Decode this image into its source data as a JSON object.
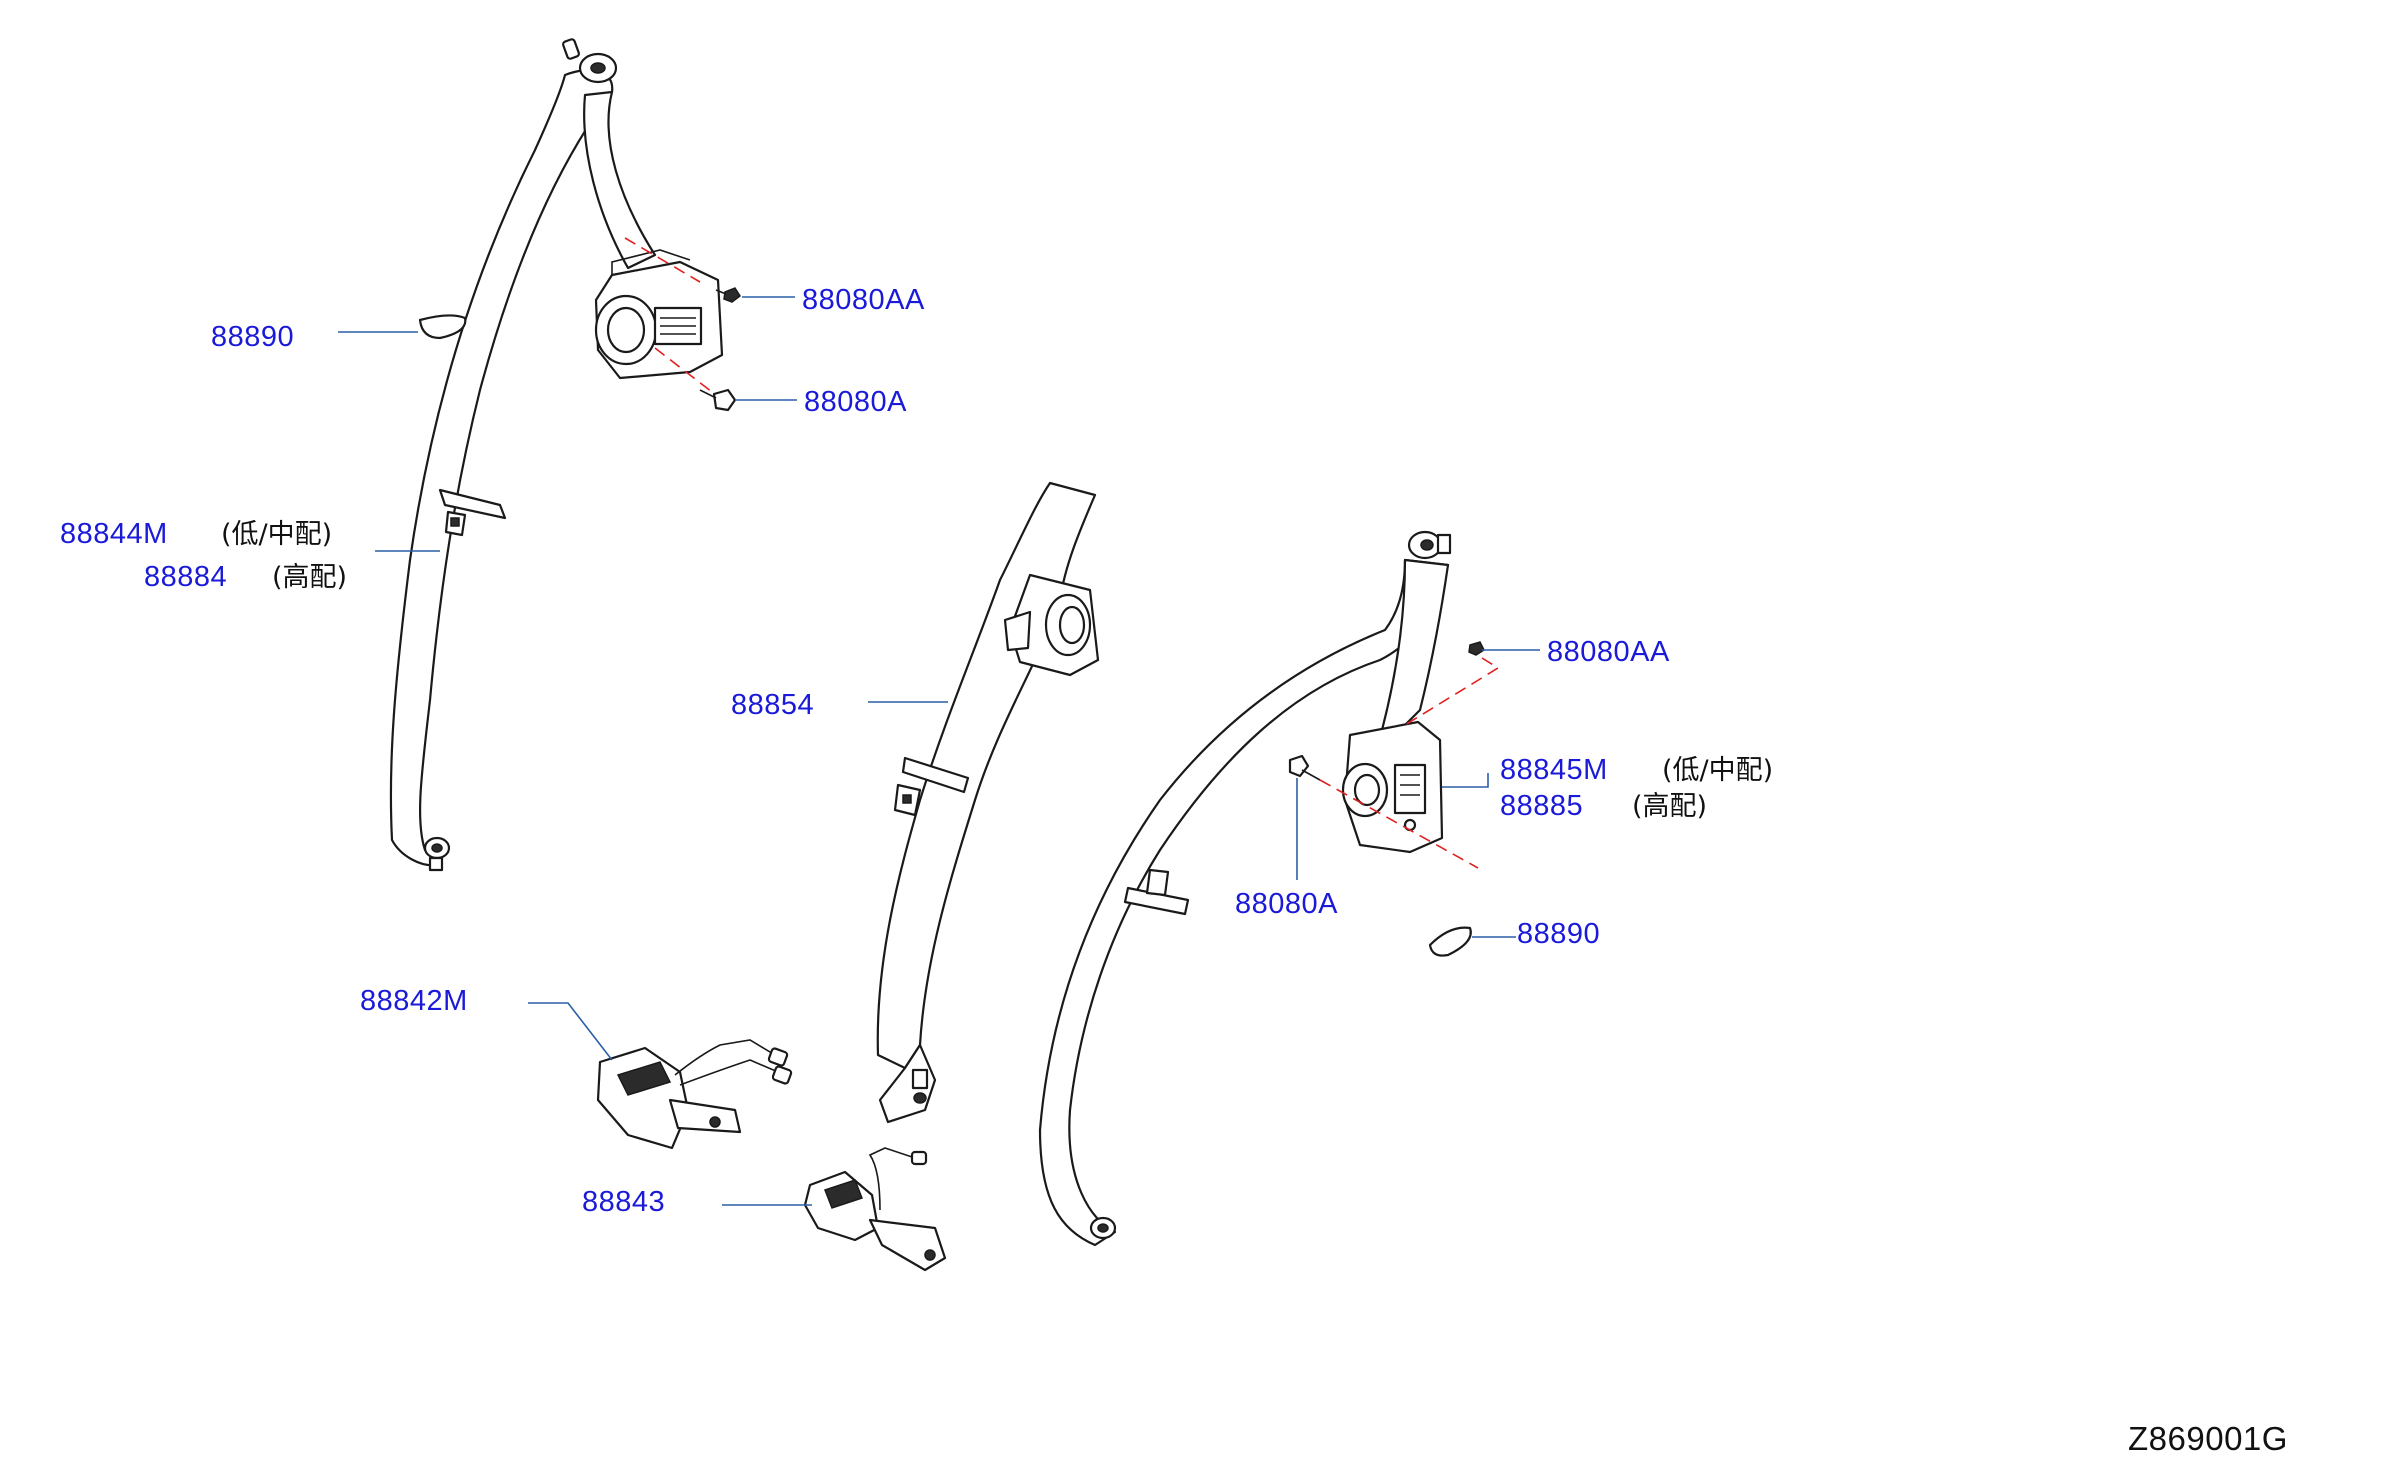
{
  "diagram_code": "Z869001G",
  "callouts": {
    "left_buckle_cap": "88890",
    "left_bolt_aa": "88080AA",
    "left_bolt_a": "88080A",
    "left_belt_m": "88844M",
    "left_belt_m_note": "(低/中配)",
    "left_belt_alt": "88884",
    "left_belt_alt_note": "(高配)",
    "center_belt": "88854",
    "right_bolt_aa": "88080AA",
    "right_belt_m": "88845M",
    "right_belt_m_note": "(低/中配)",
    "right_belt_alt": "88885",
    "right_belt_alt_note": "(高配)",
    "right_bolt_a": "88080A",
    "right_buckle_cap": "88890",
    "buckle_double": "88842M",
    "buckle_single": "88843"
  },
  "colors": {
    "callout_text": "#1a1ad8",
    "leader_line": "#2b5fa8",
    "assembly_dash": "#e02020",
    "line_art": "#1a1a1a"
  }
}
